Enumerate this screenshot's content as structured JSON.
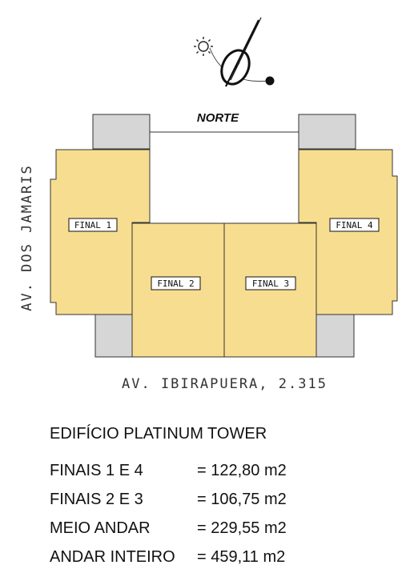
{
  "compass": {
    "label": "NORTE"
  },
  "streets": {
    "bottom": "AV. IBIRAPUERA, 2.315",
    "left": "AV. DOS JAMARIS"
  },
  "units": [
    {
      "label": "FINAL 1"
    },
    {
      "label": "FINAL 2"
    },
    {
      "label": "FINAL 3"
    },
    {
      "label": "FINAL 4"
    }
  ],
  "colors": {
    "apartment": "#f7dd8f",
    "service_core": "#d6d6d6",
    "outline": "#333333"
  },
  "info": {
    "building_name": "EDIFÍCIO PLATINUM TOWER",
    "areas": [
      {
        "label": "FINAIS 1 E 4",
        "value": "= 122,80 m2"
      },
      {
        "label": "FINAIS 2 E 3",
        "value": "= 106,75 m2"
      },
      {
        "label": "MEIO ANDAR",
        "value": "= 229,55 m2"
      },
      {
        "label": "ANDAR INTEIRO",
        "value": "= 459,11 m2"
      }
    ]
  }
}
